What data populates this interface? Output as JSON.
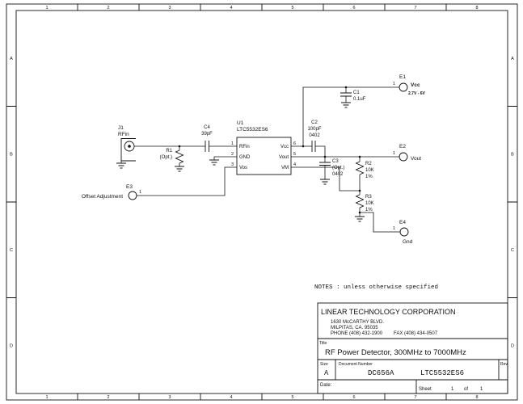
{
  "frame": {
    "cols": [
      "1",
      "2",
      "3",
      "4",
      "5",
      "6",
      "7",
      "8"
    ],
    "rows": [
      "A",
      "B",
      "C",
      "D"
    ]
  },
  "notes": "NOTES : unless otherwise specified",
  "components": {
    "j1": {
      "ref": "J1",
      "name": "RFin"
    },
    "r1": {
      "ref": "R1",
      "value": "(Opt.)"
    },
    "c4": {
      "ref": "C4",
      "value": "39pF"
    },
    "u1": {
      "ref": "U1",
      "part": "LTC5532ES6",
      "pins": {
        "rfin": {
          "num": "1",
          "name": "RFin"
        },
        "gnd": {
          "num": "2",
          "name": "GND"
        },
        "vos": {
          "num": "3",
          "name": "Vos"
        },
        "vcc": {
          "num": "6",
          "name": "Vcc"
        },
        "vout": {
          "num": "5",
          "name": "Vout"
        },
        "vm": {
          "num": "4",
          "name": "VM"
        }
      }
    },
    "c1": {
      "ref": "C1",
      "value": "0.1uF"
    },
    "c2": {
      "ref": "C2",
      "value": "100pF",
      "size": "0402"
    },
    "c3": {
      "ref": "C3",
      "value": "(Opt.)",
      "size": "0402"
    },
    "r2": {
      "ref": "R2",
      "value": "10K",
      "tol": "1%"
    },
    "r3": {
      "ref": "R3",
      "value": "10K",
      "tol": "1%"
    },
    "e1": {
      "ref": "E1",
      "name": "Vcc",
      "range": "2.7V - 6V",
      "pin": "1"
    },
    "e2": {
      "ref": "E2",
      "name": "Vout",
      "pin": "1"
    },
    "e3": {
      "ref": "E3",
      "name": "Offset Adjustment",
      "pin": "1"
    },
    "e4": {
      "ref": "E4",
      "name": "Gnd",
      "pin": "1"
    }
  },
  "title_block": {
    "company": "LINEAR TECHNOLOGY CORPORATION",
    "address1": "1630 McCARTHY BLVD.",
    "address2": "MILPITAS, CA. 95035",
    "phone": "PHONE (408) 432-1900",
    "fax": "FAX (408) 434-0507",
    "title_label": "Title",
    "title": "RF Power Detector, 300MHz to 7000MHz",
    "size_label": "Size",
    "size": "A",
    "doc_label": "Document Number",
    "doc_number": "DC656A",
    "doc_part": "LTC5532ES6",
    "rev_label": "Rev",
    "date_label": "Date:",
    "sheet_label": "Sheet",
    "sheet_num": "1",
    "of_label": "of",
    "sheet_total": "1"
  }
}
